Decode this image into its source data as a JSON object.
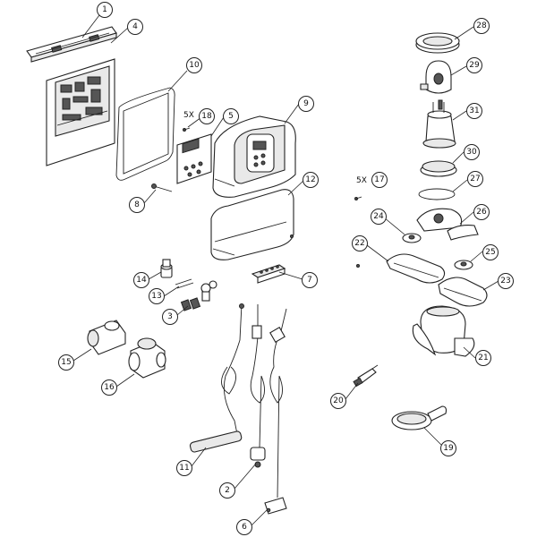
{
  "callouts": [
    {
      "id": "1",
      "label": "1"
    },
    {
      "id": "4",
      "label": "4"
    },
    {
      "id": "10",
      "label": "10"
    },
    {
      "id": "18",
      "label": "18",
      "qty": "5X"
    },
    {
      "id": "5",
      "label": "5"
    },
    {
      "id": "9",
      "label": "9"
    },
    {
      "id": "8",
      "label": "8"
    },
    {
      "id": "12",
      "label": "12"
    },
    {
      "id": "14",
      "label": "14"
    },
    {
      "id": "13",
      "label": "13"
    },
    {
      "id": "3",
      "label": "3"
    },
    {
      "id": "7",
      "label": "7"
    },
    {
      "id": "15",
      "label": "15"
    },
    {
      "id": "16",
      "label": "16"
    },
    {
      "id": "11",
      "label": "11"
    },
    {
      "id": "2",
      "label": "2"
    },
    {
      "id": "6",
      "label": "6"
    },
    {
      "id": "28",
      "label": "28"
    },
    {
      "id": "29",
      "label": "29"
    },
    {
      "id": "31",
      "label": "31"
    },
    {
      "id": "30",
      "label": "30"
    },
    {
      "id": "17",
      "label": "17",
      "qty": "5X"
    },
    {
      "id": "27",
      "label": "27"
    },
    {
      "id": "24",
      "label": "24"
    },
    {
      "id": "26",
      "label": "26"
    },
    {
      "id": "22",
      "label": "22"
    },
    {
      "id": "25",
      "label": "25"
    },
    {
      "id": "23",
      "label": "23"
    },
    {
      "id": "21",
      "label": "21"
    },
    {
      "id": "20",
      "label": "20"
    },
    {
      "id": "19",
      "label": "19"
    }
  ]
}
